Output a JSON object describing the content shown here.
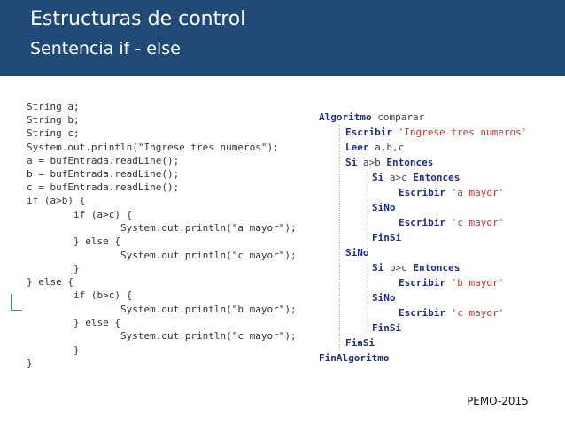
{
  "header": {
    "title": "Estructuras de control",
    "subtitle": "Sentencia if - else"
  },
  "java_code": [
    "String a;",
    "String b;",
    "String c;",
    "System.out.println(\"Ingrese tres numeros\");",
    "a = bufEntrada.readLine();",
    "b = bufEntrada.readLine();",
    "c = bufEntrada.readLine();",
    "if (a>b) {",
    "        if (a>c) {",
    "                System.out.println(\"a mayor\");",
    "        } else {",
    "                System.out.println(\"c mayor\");",
    "        }",
    "} else {",
    "        if (b>c) {",
    "                System.out.println(\"b mayor\");",
    "        } else {",
    "                System.out.println(\"c mayor\");",
    "        }",
    "}"
  ],
  "pseudo": {
    "l0": {
      "kw": "Algoritmo",
      "rest": " comparar"
    },
    "l1": {
      "kw": "Escribir",
      "str": "'Ingrese tres numeros'"
    },
    "l2": {
      "kw": "Leer",
      "rest": " a,b,c"
    },
    "l3": {
      "kw": "Si",
      "rest": " a>b ",
      "kw2": "Entonces"
    },
    "l4": {
      "kw": "Si",
      "rest": " a>c ",
      "kw2": "Entonces"
    },
    "l5": {
      "kw": "Escribir",
      "str": "'a mayor'"
    },
    "l6": {
      "kw": "SiNo"
    },
    "l7": {
      "kw": "Escribir",
      "str": "'c mayor'"
    },
    "l8": {
      "kw": "FinSi"
    },
    "l9": {
      "kw": "SiNo"
    },
    "l10": {
      "kw": "Si",
      "rest": " b>c ",
      "kw2": "Entonces"
    },
    "l11": {
      "kw": "Escribir",
      "str": "'b mayor'"
    },
    "l12": {
      "kw": "SiNo"
    },
    "l13": {
      "kw": "Escribir",
      "str": "'c mayor'"
    },
    "l14": {
      "kw": "FinSi"
    },
    "l15": {
      "kw": "FinSi"
    },
    "l16": {
      "kw": "FinAlgoritmo"
    }
  },
  "footer": "PEMO-2015",
  "colors": {
    "header_bg": "#1f4a78",
    "keyword": "#1d2c8f",
    "string": "#c0392b"
  }
}
